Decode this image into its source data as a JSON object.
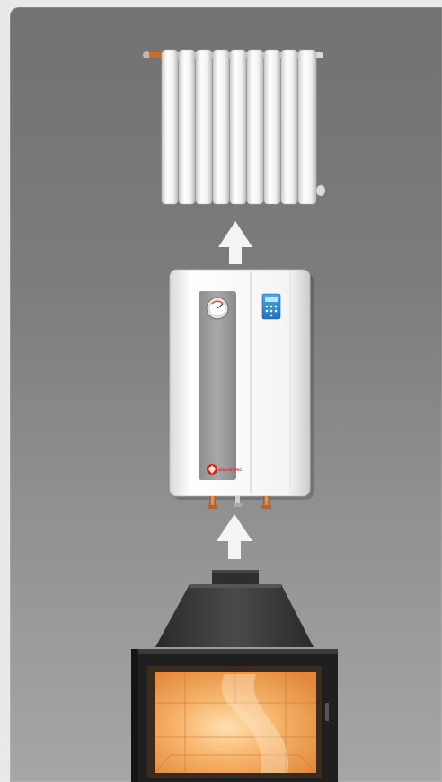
{
  "scene": {
    "components": [
      {
        "id": "radiator",
        "icon": "radiator-icon"
      },
      {
        "id": "water-heater",
        "icon": "electric-boiler-icon",
        "brand_logo": "brand-logo-icon"
      },
      {
        "id": "fireplace",
        "icon": "fireplace-insert-icon"
      }
    ],
    "flow_arrows": [
      {
        "id": "fireplace-to-heater",
        "direction": "up"
      },
      {
        "id": "heater-to-radiator",
        "direction": "up"
      }
    ],
    "colors": {
      "background_top": "#727272",
      "background_bottom": "#a6a6a6",
      "arrow": "#f4f4f4",
      "display_screen": "#2f8fd8",
      "fire_glow": "#f2a24a",
      "copper_fitting": "#c86a2c",
      "brand_red": "#c8281e"
    },
    "brand_logo_text": "ATMOSFERIC"
  }
}
